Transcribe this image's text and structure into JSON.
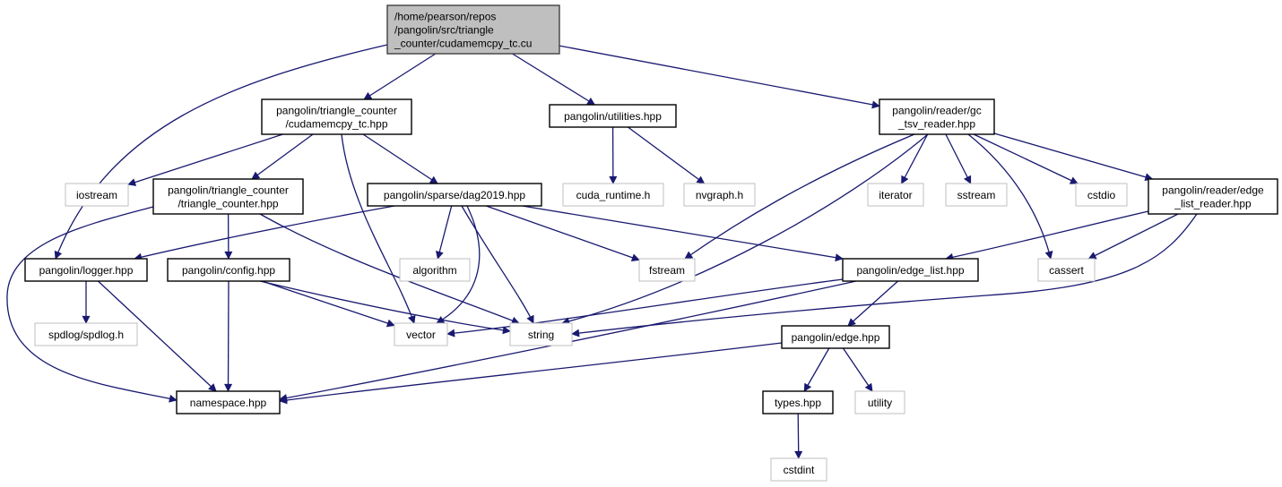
{
  "diagram": {
    "type": "include-dependency-graph",
    "colors": {
      "edge": "#191970",
      "root_fill": "#bfbfbf",
      "root_border": "#404040",
      "node_fill": "#ffffff",
      "documented_border": "#000000",
      "external_border": "#bfbfbf"
    },
    "nodes": [
      {
        "id": "root",
        "lines": [
          "/home/pearson/repos",
          "/pangolin/src/triangle",
          "_counter/cudamemcpy_tc.cu"
        ],
        "kind": "root"
      },
      {
        "id": "cudamemcpy_tc_hpp",
        "lines": [
          "pangolin/triangle_counter",
          "/cudamemcpy_tc.hpp"
        ],
        "kind": "documented"
      },
      {
        "id": "utilities_hpp",
        "lines": [
          "pangolin/utilities.hpp"
        ],
        "kind": "documented"
      },
      {
        "id": "gc_tsv_reader_hpp",
        "lines": [
          "pangolin/reader/gc",
          "_tsv_reader.hpp"
        ],
        "kind": "documented"
      },
      {
        "id": "iostream",
        "lines": [
          "iostream"
        ],
        "kind": "external"
      },
      {
        "id": "triangle_counter_hpp",
        "lines": [
          "pangolin/triangle_counter",
          "/triangle_counter.hpp"
        ],
        "kind": "documented"
      },
      {
        "id": "dag2019_hpp",
        "lines": [
          "pangolin/sparse/dag2019.hpp"
        ],
        "kind": "documented"
      },
      {
        "id": "cuda_runtime_h",
        "lines": [
          "cuda_runtime.h"
        ],
        "kind": "external"
      },
      {
        "id": "nvgraph_h",
        "lines": [
          "nvgraph.h"
        ],
        "kind": "external"
      },
      {
        "id": "iterator",
        "lines": [
          "iterator"
        ],
        "kind": "external"
      },
      {
        "id": "sstream",
        "lines": [
          "sstream"
        ],
        "kind": "external"
      },
      {
        "id": "cstdio",
        "lines": [
          "cstdio"
        ],
        "kind": "external"
      },
      {
        "id": "edge_list_reader_hpp",
        "lines": [
          "pangolin/reader/edge",
          "_list_reader.hpp"
        ],
        "kind": "documented"
      },
      {
        "id": "logger_hpp",
        "lines": [
          "pangolin/logger.hpp"
        ],
        "kind": "documented"
      },
      {
        "id": "config_hpp",
        "lines": [
          "pangolin/config.hpp"
        ],
        "kind": "documented"
      },
      {
        "id": "algorithm",
        "lines": [
          "algorithm"
        ],
        "kind": "external"
      },
      {
        "id": "fstream",
        "lines": [
          "fstream"
        ],
        "kind": "external"
      },
      {
        "id": "edge_list_hpp",
        "lines": [
          "pangolin/edge_list.hpp"
        ],
        "kind": "documented"
      },
      {
        "id": "cassert",
        "lines": [
          "cassert"
        ],
        "kind": "external"
      },
      {
        "id": "spdlog_h",
        "lines": [
          "spdlog/spdlog.h"
        ],
        "kind": "external"
      },
      {
        "id": "vector",
        "lines": [
          "vector"
        ],
        "kind": "external"
      },
      {
        "id": "string",
        "lines": [
          "string"
        ],
        "kind": "external"
      },
      {
        "id": "edge_hpp",
        "lines": [
          "pangolin/edge.hpp"
        ],
        "kind": "documented"
      },
      {
        "id": "namespace_hpp",
        "lines": [
          "namespace.hpp"
        ],
        "kind": "documented"
      },
      {
        "id": "types_hpp",
        "lines": [
          "types.hpp"
        ],
        "kind": "documented"
      },
      {
        "id": "utility",
        "lines": [
          "utility"
        ],
        "kind": "external"
      },
      {
        "id": "cstdint",
        "lines": [
          "cstdint"
        ],
        "kind": "external"
      }
    ],
    "edges": [
      [
        "root",
        "cudamemcpy_tc_hpp"
      ],
      [
        "root",
        "utilities_hpp"
      ],
      [
        "root",
        "gc_tsv_reader_hpp"
      ],
      [
        "root",
        "logger_hpp"
      ],
      [
        "cudamemcpy_tc_hpp",
        "iostream"
      ],
      [
        "cudamemcpy_tc_hpp",
        "triangle_counter_hpp"
      ],
      [
        "cudamemcpy_tc_hpp",
        "dag2019_hpp"
      ],
      [
        "cudamemcpy_tc_hpp",
        "vector"
      ],
      [
        "utilities_hpp",
        "cuda_runtime_h"
      ],
      [
        "utilities_hpp",
        "nvgraph_h"
      ],
      [
        "gc_tsv_reader_hpp",
        "fstream"
      ],
      [
        "gc_tsv_reader_hpp",
        "string"
      ],
      [
        "gc_tsv_reader_hpp",
        "iterator"
      ],
      [
        "gc_tsv_reader_hpp",
        "sstream"
      ],
      [
        "gc_tsv_reader_hpp",
        "cassert"
      ],
      [
        "gc_tsv_reader_hpp",
        "cstdio"
      ],
      [
        "gc_tsv_reader_hpp",
        "edge_list_reader_hpp"
      ],
      [
        "triangle_counter_hpp",
        "namespace_hpp"
      ],
      [
        "triangle_counter_hpp",
        "config_hpp"
      ],
      [
        "triangle_counter_hpp",
        "string"
      ],
      [
        "dag2019_hpp",
        "logger_hpp"
      ],
      [
        "dag2019_hpp",
        "algorithm"
      ],
      [
        "dag2019_hpp",
        "vector"
      ],
      [
        "dag2019_hpp",
        "string"
      ],
      [
        "dag2019_hpp",
        "fstream"
      ],
      [
        "dag2019_hpp",
        "edge_list_hpp"
      ],
      [
        "edge_list_reader_hpp",
        "edge_list_hpp"
      ],
      [
        "edge_list_reader_hpp",
        "cassert"
      ],
      [
        "edge_list_reader_hpp",
        "string"
      ],
      [
        "logger_hpp",
        "spdlog_h"
      ],
      [
        "logger_hpp",
        "namespace_hpp"
      ],
      [
        "config_hpp",
        "vector"
      ],
      [
        "config_hpp",
        "string"
      ],
      [
        "config_hpp",
        "namespace_hpp"
      ],
      [
        "edge_list_hpp",
        "vector"
      ],
      [
        "edge_list_hpp",
        "namespace_hpp"
      ],
      [
        "edge_list_hpp",
        "edge_hpp"
      ],
      [
        "edge_hpp",
        "namespace_hpp"
      ],
      [
        "edge_hpp",
        "types_hpp"
      ],
      [
        "edge_hpp",
        "utility"
      ],
      [
        "types_hpp",
        "cstdint"
      ]
    ]
  }
}
